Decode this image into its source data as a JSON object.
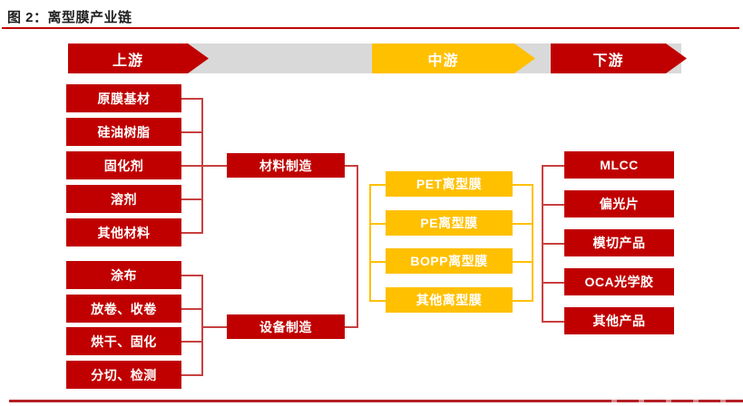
{
  "figure": {
    "title": "图 2：离型膜产业链"
  },
  "stages": {
    "upstream": "上游",
    "midstream": "中游",
    "downstream": "下游"
  },
  "upstream": {
    "materials": [
      "原膜基材",
      "硅油树脂",
      "固化剂",
      "溶剂",
      "其他材料"
    ],
    "equipment": [
      "涂布",
      "放卷、收卷",
      "烘干、固化",
      "分切、检测"
    ]
  },
  "manufacturing": {
    "materials_label": "材料制造",
    "equipment_label": "设备制造"
  },
  "midstream": {
    "products": [
      "PET离型膜",
      "PE离型膜",
      "BOPP离型膜",
      "其他离型膜"
    ]
  },
  "downstream": {
    "products": [
      "MLCC",
      "偏光片",
      "模切产品",
      "OCA光学胶",
      "其他产品"
    ]
  },
  "colors": {
    "primary_red": "#C00000",
    "accent_yellow": "#FFC000",
    "band_gray": "#D9D9D9",
    "title_rule_red": "#C00000",
    "bottom_rule_red": "#B42025"
  }
}
